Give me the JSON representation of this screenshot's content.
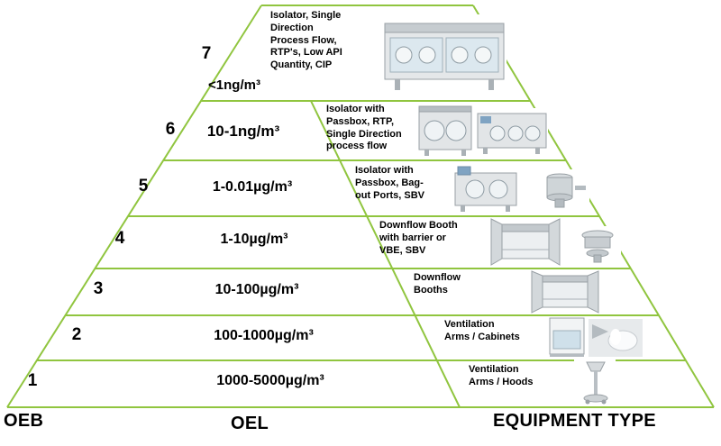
{
  "colors": {
    "line": "#90c53f",
    "text": "#000000"
  },
  "axis_labels": {
    "oeb": "OEB",
    "oel": "OEL",
    "equipment": "EQUIPMENT TYPE"
  },
  "rows": [
    {
      "band": "7",
      "oel": "<1ng/m³",
      "equipment": "Isolator, Single\nDirection\nProcess Flow,\nRTP's, Low API\nQuantity, CIP"
    },
    {
      "band": "6",
      "oel": "10-1ng/m³",
      "equipment": "Isolator with\nPassbox, RTP,\nSingle Direction\nprocess flow"
    },
    {
      "band": "5",
      "oel": "1-0.01µg/m³",
      "equipment": "Isolator with\nPassbox, Bag-\nout Ports, SBV"
    },
    {
      "band": "4",
      "oel": "1-10µg/m³",
      "equipment": "Downflow Booth\nwith barrier or\nVBE, SBV"
    },
    {
      "band": "3",
      "oel": "10-100µg/m³",
      "equipment": "Downflow\nBooths"
    },
    {
      "band": "2",
      "oel": "100-1000µg/m³",
      "equipment": "Ventilation\nArms / Cabinets"
    },
    {
      "band": "1",
      "oel": "1000-5000µg/m³",
      "equipment": "Ventilation\nArms / Hoods"
    }
  ]
}
